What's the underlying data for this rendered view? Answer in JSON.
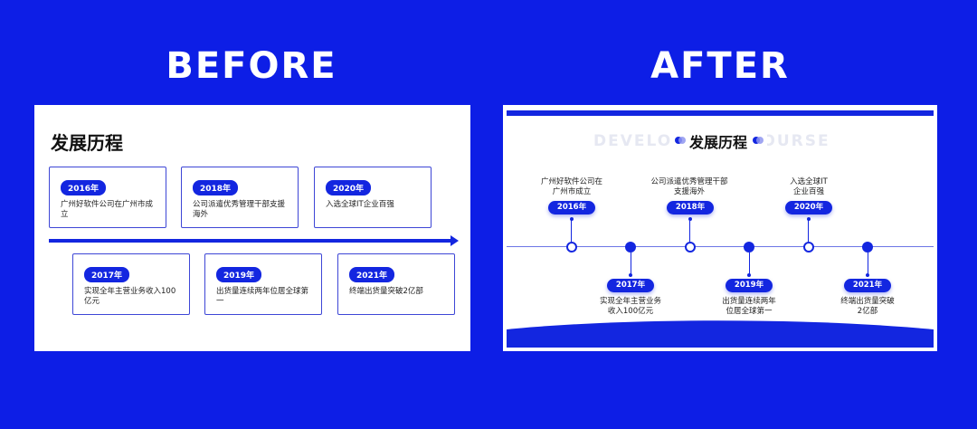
{
  "headlines": {
    "before": "BEFORE",
    "after": "AFTER"
  },
  "before": {
    "title": "发展历程",
    "cards": [
      {
        "year": "2016年",
        "text": "广州好软件公司在广州市成立"
      },
      {
        "year": "2018年",
        "text": "公司派遣优秀管理干部支援海外"
      },
      {
        "year": "2020年",
        "text": "入选全球IT企业百强"
      },
      {
        "year": "2017年",
        "text": "实现全年主营业务收入100亿元"
      },
      {
        "year": "2019年",
        "text": "出货量连续两年位居全球第一"
      },
      {
        "year": "2021年",
        "text": "终端出货量突破2亿部"
      }
    ]
  },
  "after": {
    "title": "发展历程",
    "watermark": "DEVELOPMENT COURSE",
    "events": [
      {
        "year": "2016年",
        "line1": "广州好软件公司在",
        "line2": "广州市成立"
      },
      {
        "year": "2017年",
        "line1": "实现全年主营业务",
        "line2": "收入100亿元"
      },
      {
        "year": "2018年",
        "line1": "公司派遣优秀管理干部",
        "line2": "支援海外"
      },
      {
        "year": "2019年",
        "line1": "出货量连续两年",
        "line2": "位居全球第一"
      },
      {
        "year": "2020年",
        "line1": "入选全球IT",
        "line2": "企业百强"
      },
      {
        "year": "2021年",
        "line1": "终端出货量突破",
        "line2": "2亿部"
      }
    ]
  },
  "colors": {
    "background": "#0d1ee6",
    "accent": "#1326e0",
    "card": "#ffffff"
  }
}
